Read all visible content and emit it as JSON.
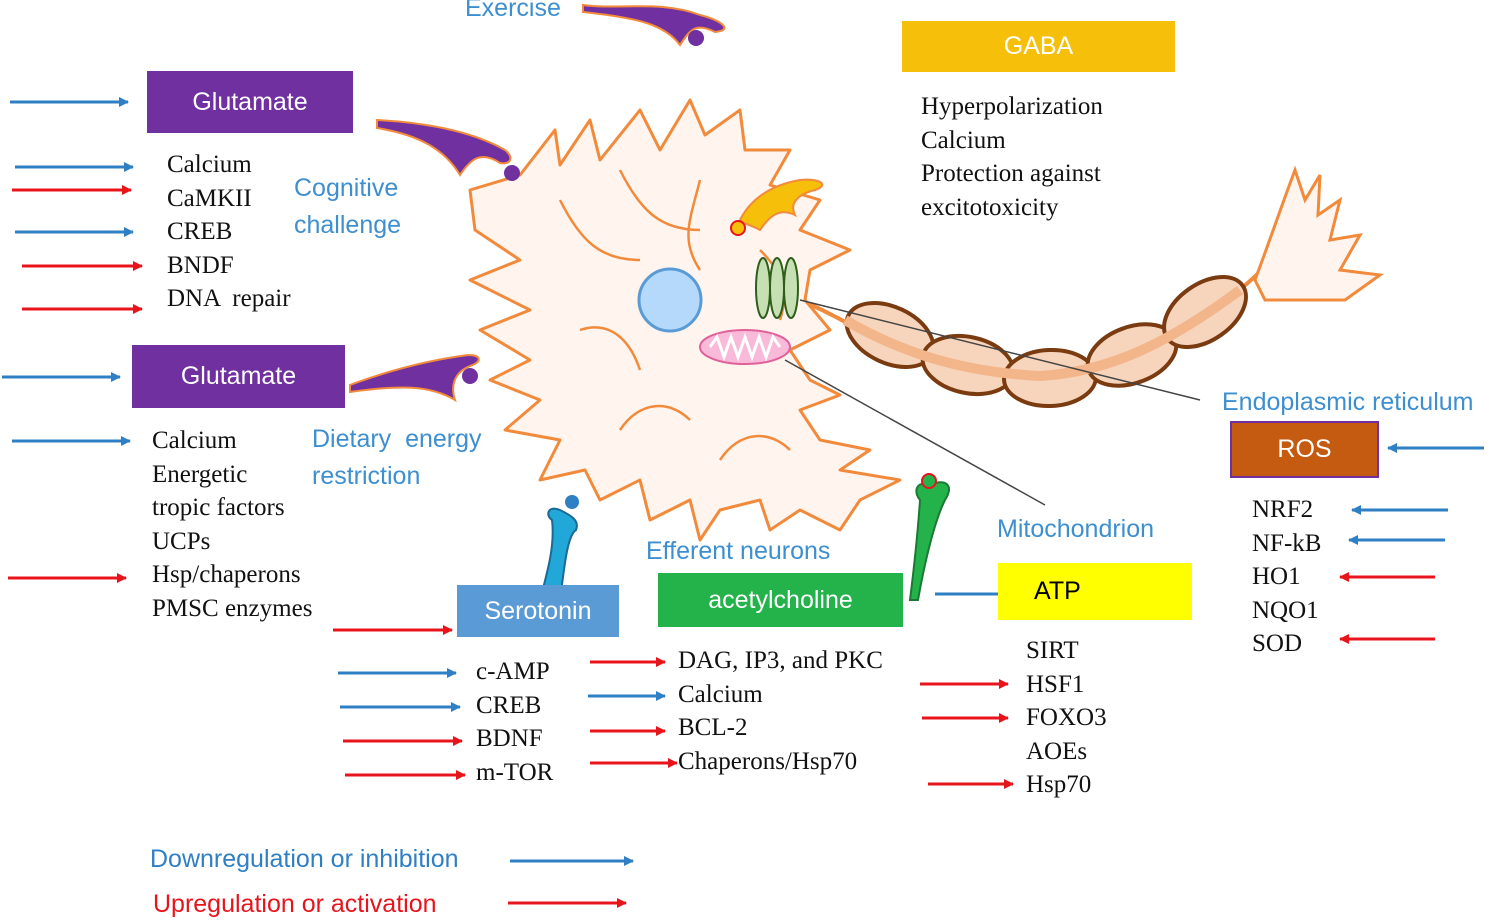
{
  "receptor_boxes": {
    "glutamate_1": "Glutamate",
    "glutamate_2": "Glutamate",
    "gaba": "GABA",
    "serotonin": "Serotonin",
    "acetylcholine": "acetylcholine",
    "atp": "ATP",
    "ros": "ROS"
  },
  "stimulus_labels": {
    "exercise": "Exercise",
    "cognitive_1": "Cognitive",
    "cognitive_2": "challenge",
    "dietary_1": "Dietary  energy",
    "dietary_2": "restriction",
    "efferent": "Efferent neurons",
    "mitochondrion": "Mitochondrion",
    "er": "Endoplasmic reticulum"
  },
  "lists": {
    "glutamate_1": [
      "Calcium",
      "CaMKII",
      "CREB",
      "BNDF",
      "DNA  repair"
    ],
    "glutamate_2": [
      "Calcium",
      "Energetic",
      "tropic factors",
      "UCPs",
      "Hsp/chaperons",
      "PMSC enzymes"
    ],
    "gaba": [
      "Hyperpolarization",
      "Calcium",
      "Protection against",
      "excitotoxicity"
    ],
    "serotonin": [
      "c-AMP",
      "CREB",
      "BDNF",
      "m-TOR"
    ],
    "acetylcholine": [
      "DAG, IP3, and PKC",
      "Calcium",
      "BCL-2",
      "Chaperons/Hsp70"
    ],
    "atp": [
      "SIRT",
      "HSF1",
      "FOXO3",
      "AOEs",
      "Hsp70"
    ],
    "ros": [
      "NRF2",
      "NF-kB",
      "HO1",
      "NQO1",
      "SOD"
    ]
  },
  "legend": {
    "down": "Downregulation or inhibition",
    "up": "Upregulation or activation"
  },
  "colors": {
    "blue_arrow": "#2f7fc4",
    "red_arrow": "#e8141c",
    "glutamate_box": "#7030a0",
    "gaba_box": "#f5bf0a",
    "serotonin_box": "#5b9bd5",
    "acetylcholine_box": "#24b24b",
    "atp_box": "#ffff00",
    "ros_box": "#c55a11",
    "neuron_outline": "#f28a3c",
    "neuron_fill": "#fff5ee",
    "label_blue": "#3d8fd0"
  }
}
